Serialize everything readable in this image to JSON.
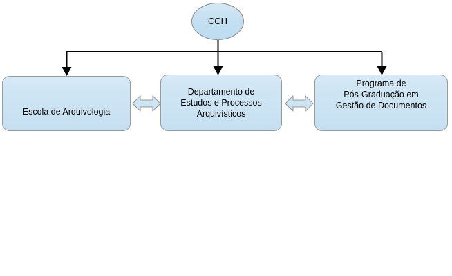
{
  "diagram": {
    "type": "organizational-hierarchy",
    "background_color": "#ffffff",
    "node_fill_color": "#cde4f3",
    "node_border_color": "#9a9a9a",
    "connector_color": "#000000",
    "root": {
      "id": "cch",
      "shape": "ellipse",
      "label": "CCH"
    },
    "units": [
      {
        "id": "escola",
        "shape": "rounded-rectangle",
        "label": "Escola de Arquivologia"
      },
      {
        "id": "departamento",
        "shape": "rounded-rectangle",
        "label": "Departamento de\nEstudos e Processos\nArquivísticos"
      },
      {
        "id": "programa",
        "shape": "rounded-rectangle",
        "label": "Programa de\nPós-Graduação em\nGestão de Documentos",
        "clipped_line": "."
      }
    ],
    "hierarchy_connectors": [
      {
        "from": "cch",
        "to": "escola",
        "style": "elbow-arrow",
        "arrowhead": "filled-triangle"
      },
      {
        "from": "cch",
        "to": "departamento",
        "style": "straight-arrow",
        "arrowhead": "filled-triangle"
      },
      {
        "from": "cch",
        "to": "programa",
        "style": "elbow-arrow",
        "arrowhead": "filled-triangle"
      }
    ],
    "lateral_connectors": [
      {
        "between": [
          "escola",
          "departamento"
        ],
        "style": "double-headed-arrow"
      },
      {
        "between": [
          "departamento",
          "programa"
        ],
        "style": "double-headed-arrow"
      }
    ]
  }
}
